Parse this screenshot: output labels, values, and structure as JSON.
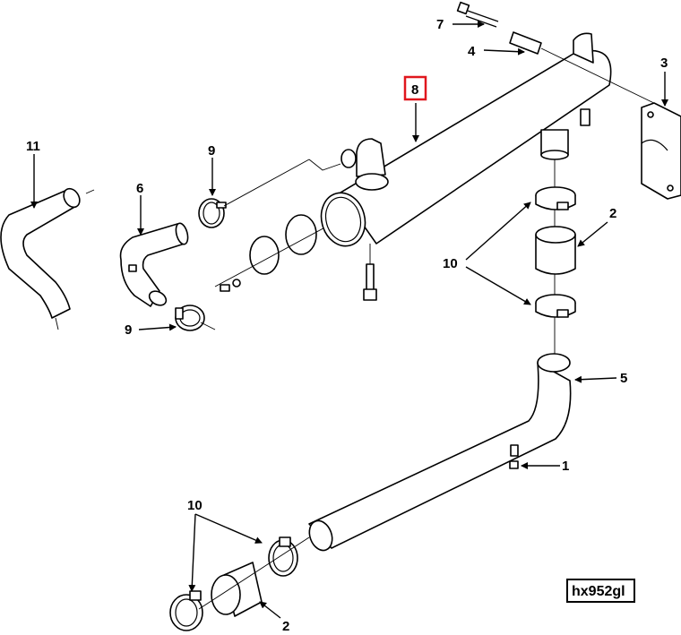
{
  "diagram": {
    "reference_code": "hx952gl",
    "highlighted_callout": "8",
    "highlight_color": "#e0161d",
    "callouts": {
      "c1": "1",
      "c2a": "2",
      "c2b": "2",
      "c3": "3",
      "c4": "4",
      "c5": "5",
      "c6": "6",
      "c7": "7",
      "c8": "8",
      "c9a": "9",
      "c9b": "9",
      "c10a": "10",
      "c10b": "10",
      "c11": "11"
    }
  }
}
